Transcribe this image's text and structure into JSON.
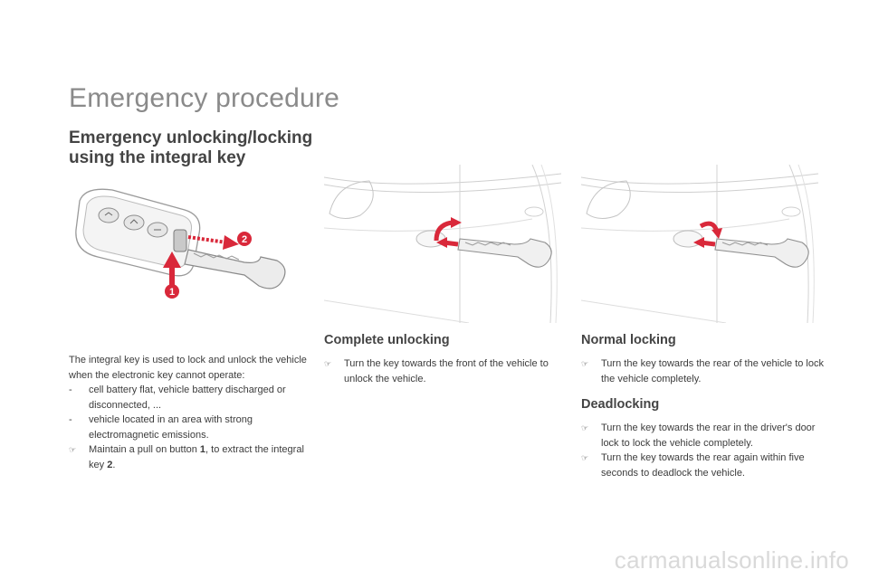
{
  "title": "Emergency procedure",
  "section": {
    "heading_line1": "Emergency unlocking/locking",
    "heading_line2": "using the integral key"
  },
  "keyfob_figure": {
    "callout_1": "1",
    "callout_2": "2",
    "accent_color": "#d9283a"
  },
  "intro": {
    "text": "The integral key is used to lock and unlock the vehicle when the electronic key cannot operate:",
    "bullets": [
      {
        "mark": "-",
        "text": "cell battery flat, vehicle battery discharged or disconnected, ..."
      },
      {
        "mark": "-",
        "text": "vehicle located in an area with strong electromagnetic emissions."
      }
    ],
    "step": {
      "mark_icon": "arrow-bullet-icon",
      "text_before": "Maintain a pull on button ",
      "button_ref": "1",
      "text_middle": ", to extract the integral key ",
      "key_ref": "2",
      "text_after": "."
    }
  },
  "complete_unlocking": {
    "heading": "Complete unlocking",
    "steps": [
      {
        "mark_icon": "arrow-bullet-icon",
        "text": "Turn the key towards the front of the vehicle to unlock the vehicle."
      }
    ]
  },
  "normal_locking": {
    "heading": "Normal locking",
    "steps": [
      {
        "mark_icon": "arrow-bullet-icon",
        "text": "Turn the key towards the rear of the vehicle to lock the vehicle completely."
      }
    ]
  },
  "deadlocking": {
    "heading": "Deadlocking",
    "steps": [
      {
        "mark_icon": "arrow-bullet-icon",
        "text": "Turn the key towards the rear in the driver's door lock to lock the vehicle completely."
      },
      {
        "mark_icon": "arrow-bullet-icon",
        "text": "Turn the key towards the rear again within five seconds to deadlock the vehicle."
      }
    ]
  },
  "watermark": "carmanualsonline.info"
}
